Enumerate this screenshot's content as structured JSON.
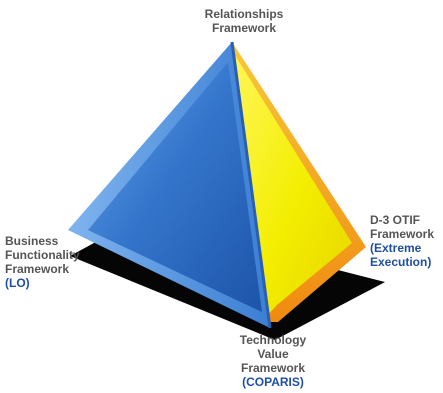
{
  "colors": {
    "face_blue": "#2f6cc2",
    "face_blue_light": "#5a97dd",
    "face_yellow": "#f2ee00",
    "face_orange": "#f4a71a",
    "shadow": "#000000",
    "label_gray": "#555555",
    "label_blue": "#1f4fa3"
  },
  "vertices": {
    "top": {
      "line1": "Relationships",
      "line2": "Framework"
    },
    "left": {
      "line1": "Business",
      "line2": "Functionality",
      "line3": "Framework",
      "tag": "(LO)"
    },
    "right": {
      "line1": "D-3 OTIF",
      "line2": "Framework",
      "tag_line1": "(Extreme",
      "tag_line2": "Execution)"
    },
    "bottom": {
      "line1": "Technology",
      "line2": "Value",
      "line3": "Framework",
      "tag": "(COPARIS)"
    }
  }
}
